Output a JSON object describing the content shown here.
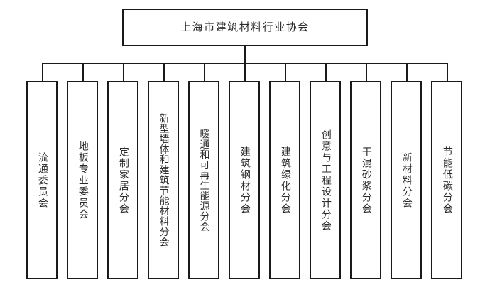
{
  "chart_data": {
    "type": "diagram",
    "diagram_type": "organization-chart",
    "title": "上海市建筑材料行业协会",
    "orientation": "top-down",
    "root": {
      "label": "上海市建筑材料行业协会"
    },
    "children_count": 11,
    "children": [
      {
        "index": 1,
        "label": "流通委员会"
      },
      {
        "index": 2,
        "label": "地板专业委员会"
      },
      {
        "index": 3,
        "label": "定制家居分会"
      },
      {
        "index": 4,
        "label": "新型墙体和建筑节能材料分会"
      },
      {
        "index": 5,
        "label": "暖通和可再生能源分会"
      },
      {
        "index": 6,
        "label": "建筑钢材分会"
      },
      {
        "index": 7,
        "label": "建筑绿化分会"
      },
      {
        "index": 8,
        "label": "创意与工程设计分会"
      },
      {
        "index": 9,
        "label": "干混砂浆分会"
      },
      {
        "index": 10,
        "label": "新材料分会"
      },
      {
        "index": 11,
        "label": "节能低碳分会"
      }
    ],
    "colors": {
      "background": "#ffffff",
      "line": "#1a1a1a",
      "text": "#2b2b2b",
      "box_fill": "#ffffff"
    },
    "text_direction": "vertical-upright-children",
    "legend": null,
    "annotations": []
  }
}
